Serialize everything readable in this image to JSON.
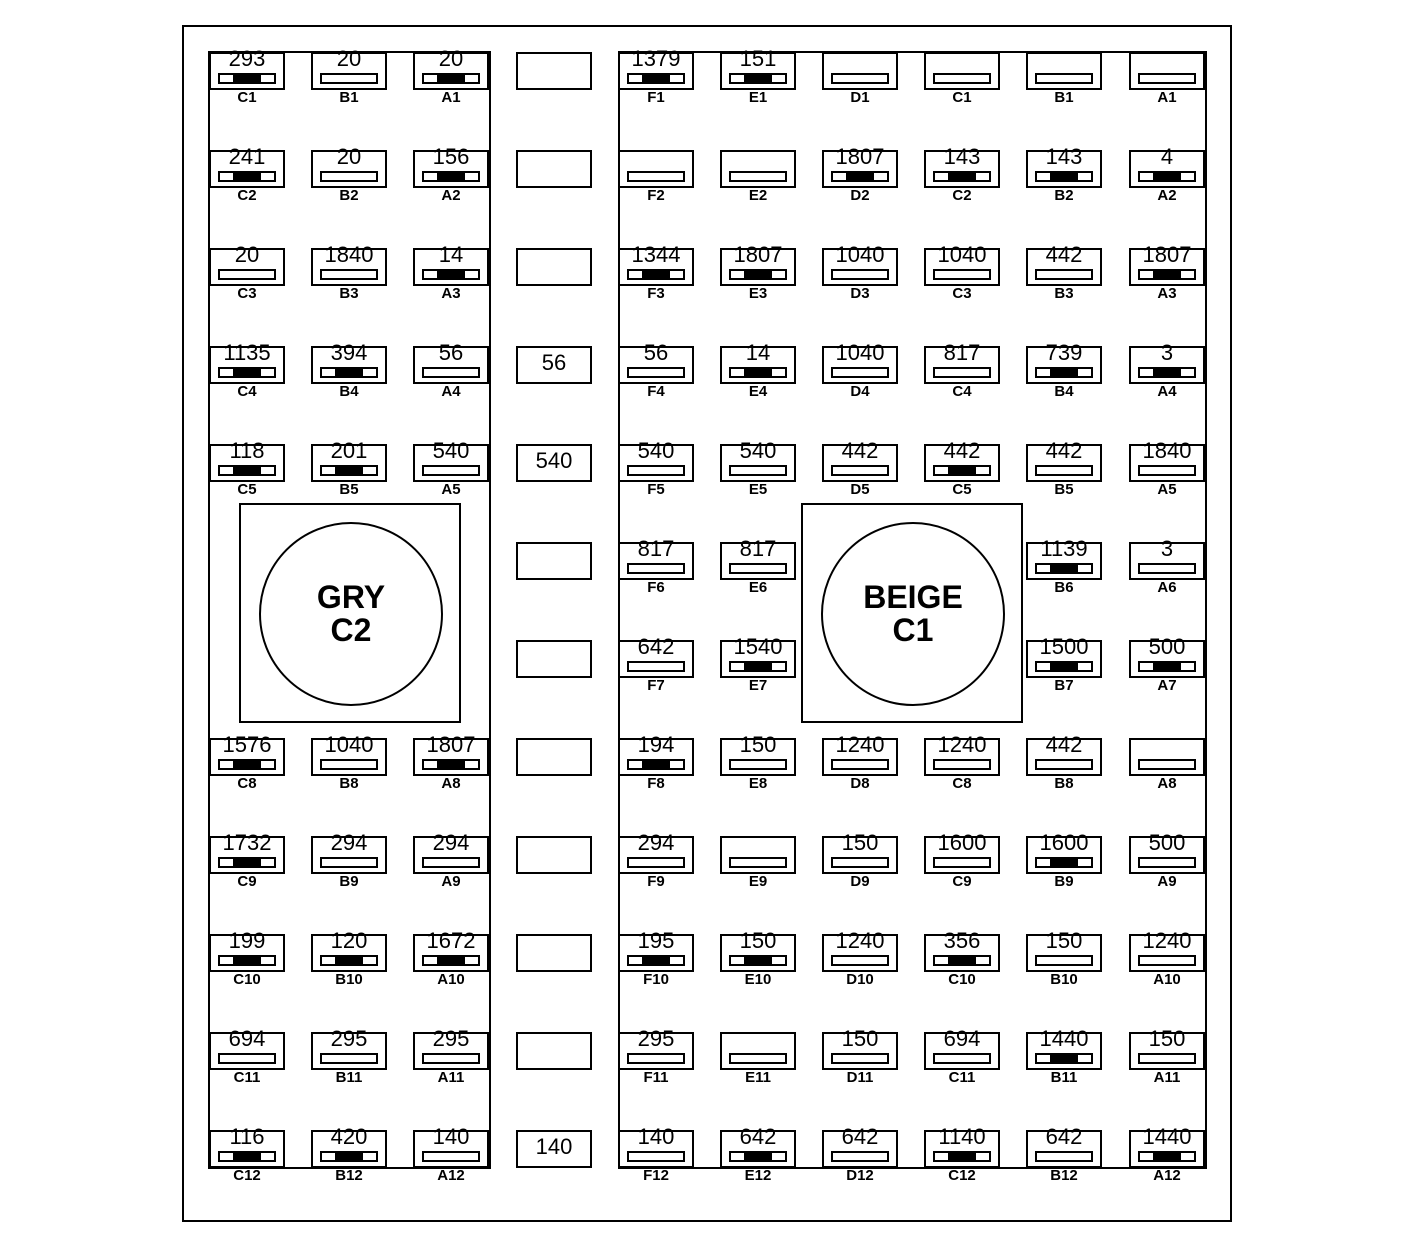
{
  "left_block": {
    "columns": [
      "C",
      "B",
      "A"
    ],
    "rows": [
      {
        "row": 1,
        "cells": [
          {
            "num": "293",
            "fill": true
          },
          {
            "num": "20",
            "fill": false
          },
          {
            "num": "20",
            "fill": true
          }
        ]
      },
      {
        "row": 2,
        "cells": [
          {
            "num": "241",
            "fill": true
          },
          {
            "num": "20",
            "fill": false
          },
          {
            "num": "156",
            "fill": true
          }
        ]
      },
      {
        "row": 3,
        "cells": [
          {
            "num": "20",
            "fill": false
          },
          {
            "num": "1840",
            "fill": false
          },
          {
            "num": "14",
            "fill": true
          }
        ]
      },
      {
        "row": 4,
        "cells": [
          {
            "num": "1135",
            "fill": true
          },
          {
            "num": "394",
            "fill": true
          },
          {
            "num": "56",
            "fill": false
          }
        ]
      },
      {
        "row": 5,
        "cells": [
          {
            "num": "118",
            "fill": true
          },
          {
            "num": "201",
            "fill": true
          },
          {
            "num": "540",
            "fill": false
          }
        ]
      },
      {
        "row": 8,
        "cells": [
          {
            "num": "1576",
            "fill": true
          },
          {
            "num": "1040",
            "fill": false
          },
          {
            "num": "1807",
            "fill": true
          }
        ]
      },
      {
        "row": 9,
        "cells": [
          {
            "num": "1732",
            "fill": true
          },
          {
            "num": "294",
            "fill": false
          },
          {
            "num": "294",
            "fill": false
          }
        ]
      },
      {
        "row": 10,
        "cells": [
          {
            "num": "199",
            "fill": true
          },
          {
            "num": "120",
            "fill": true
          },
          {
            "num": "1672",
            "fill": true
          }
        ]
      },
      {
        "row": 11,
        "cells": [
          {
            "num": "694",
            "fill": false
          },
          {
            "num": "295",
            "fill": false
          },
          {
            "num": "295",
            "fill": false
          }
        ]
      },
      {
        "row": 12,
        "cells": [
          {
            "num": "116",
            "fill": true
          },
          {
            "num": "420",
            "fill": true
          },
          {
            "num": "140",
            "fill": false
          }
        ]
      }
    ],
    "connector": {
      "line1": "GRY",
      "line2": "C2"
    }
  },
  "middle_column": [
    "",
    "",
    "",
    "56",
    "540",
    "",
    "",
    "",
    "",
    "",
    "",
    "140"
  ],
  "right_block": {
    "columns": [
      "F",
      "E",
      "D",
      "C",
      "B",
      "A"
    ],
    "rows": [
      {
        "row": 1,
        "cells": [
          {
            "num": "1379",
            "fill": true
          },
          {
            "num": "151",
            "fill": true
          },
          {
            "num": "",
            "fill": false
          },
          {
            "num": "",
            "fill": false
          },
          {
            "num": "",
            "fill": false
          },
          {
            "num": "",
            "fill": false
          }
        ]
      },
      {
        "row": 2,
        "cells": [
          {
            "num": "",
            "fill": false
          },
          {
            "num": "",
            "fill": false
          },
          {
            "num": "1807",
            "fill": true
          },
          {
            "num": "143",
            "fill": true
          },
          {
            "num": "143",
            "fill": true
          },
          {
            "num": "4",
            "fill": true
          }
        ]
      },
      {
        "row": 3,
        "cells": [
          {
            "num": "1344",
            "fill": true
          },
          {
            "num": "1807",
            "fill": true
          },
          {
            "num": "1040",
            "fill": false
          },
          {
            "num": "1040",
            "fill": false
          },
          {
            "num": "442",
            "fill": false
          },
          {
            "num": "1807",
            "fill": true
          }
        ]
      },
      {
        "row": 4,
        "cells": [
          {
            "num": "56",
            "fill": false
          },
          {
            "num": "14",
            "fill": true
          },
          {
            "num": "1040",
            "fill": false
          },
          {
            "num": "817",
            "fill": false
          },
          {
            "num": "739",
            "fill": true
          },
          {
            "num": "3",
            "fill": true
          }
        ]
      },
      {
        "row": 5,
        "cells": [
          {
            "num": "540",
            "fill": false
          },
          {
            "num": "540",
            "fill": false
          },
          {
            "num": "442",
            "fill": false
          },
          {
            "num": "442",
            "fill": true
          },
          {
            "num": "442",
            "fill": false
          },
          {
            "num": "1840",
            "fill": false
          }
        ]
      },
      {
        "row": 6,
        "cells": [
          {
            "num": "817",
            "fill": false
          },
          {
            "num": "817",
            "fill": false
          },
          null,
          null,
          {
            "num": "1139",
            "fill": true
          },
          {
            "num": "3",
            "fill": false
          }
        ]
      },
      {
        "row": 7,
        "cells": [
          {
            "num": "642",
            "fill": false
          },
          {
            "num": "1540",
            "fill": true
          },
          null,
          null,
          {
            "num": "1500",
            "fill": true
          },
          {
            "num": "500",
            "fill": true
          }
        ]
      },
      {
        "row": 8,
        "cells": [
          {
            "num": "194",
            "fill": true
          },
          {
            "num": "150",
            "fill": false
          },
          {
            "num": "1240",
            "fill": false
          },
          {
            "num": "1240",
            "fill": false
          },
          {
            "num": "442",
            "fill": false
          },
          {
            "num": "",
            "fill": false
          }
        ]
      },
      {
        "row": 9,
        "cells": [
          {
            "num": "294",
            "fill": false
          },
          {
            "num": "",
            "fill": false
          },
          {
            "num": "150",
            "fill": false
          },
          {
            "num": "1600",
            "fill": false
          },
          {
            "num": "1600",
            "fill": true
          },
          {
            "num": "500",
            "fill": false
          }
        ]
      },
      {
        "row": 10,
        "cells": [
          {
            "num": "195",
            "fill": true
          },
          {
            "num": "150",
            "fill": true
          },
          {
            "num": "1240",
            "fill": false
          },
          {
            "num": "356",
            "fill": true
          },
          {
            "num": "150",
            "fill": false
          },
          {
            "num": "1240",
            "fill": false
          }
        ]
      },
      {
        "row": 11,
        "cells": [
          {
            "num": "295",
            "fill": false
          },
          {
            "num": "",
            "fill": false
          },
          {
            "num": "150",
            "fill": false
          },
          {
            "num": "694",
            "fill": false
          },
          {
            "num": "1440",
            "fill": true
          },
          {
            "num": "150",
            "fill": false
          }
        ]
      },
      {
        "row": 12,
        "cells": [
          {
            "num": "140",
            "fill": false
          },
          {
            "num": "642",
            "fill": true
          },
          {
            "num": "642",
            "fill": false
          },
          {
            "num": "1140",
            "fill": true
          },
          {
            "num": "642",
            "fill": false
          },
          {
            "num": "1440",
            "fill": true
          }
        ]
      }
    ],
    "connector": {
      "line1": "BEIGE",
      "line2": "C1"
    }
  }
}
